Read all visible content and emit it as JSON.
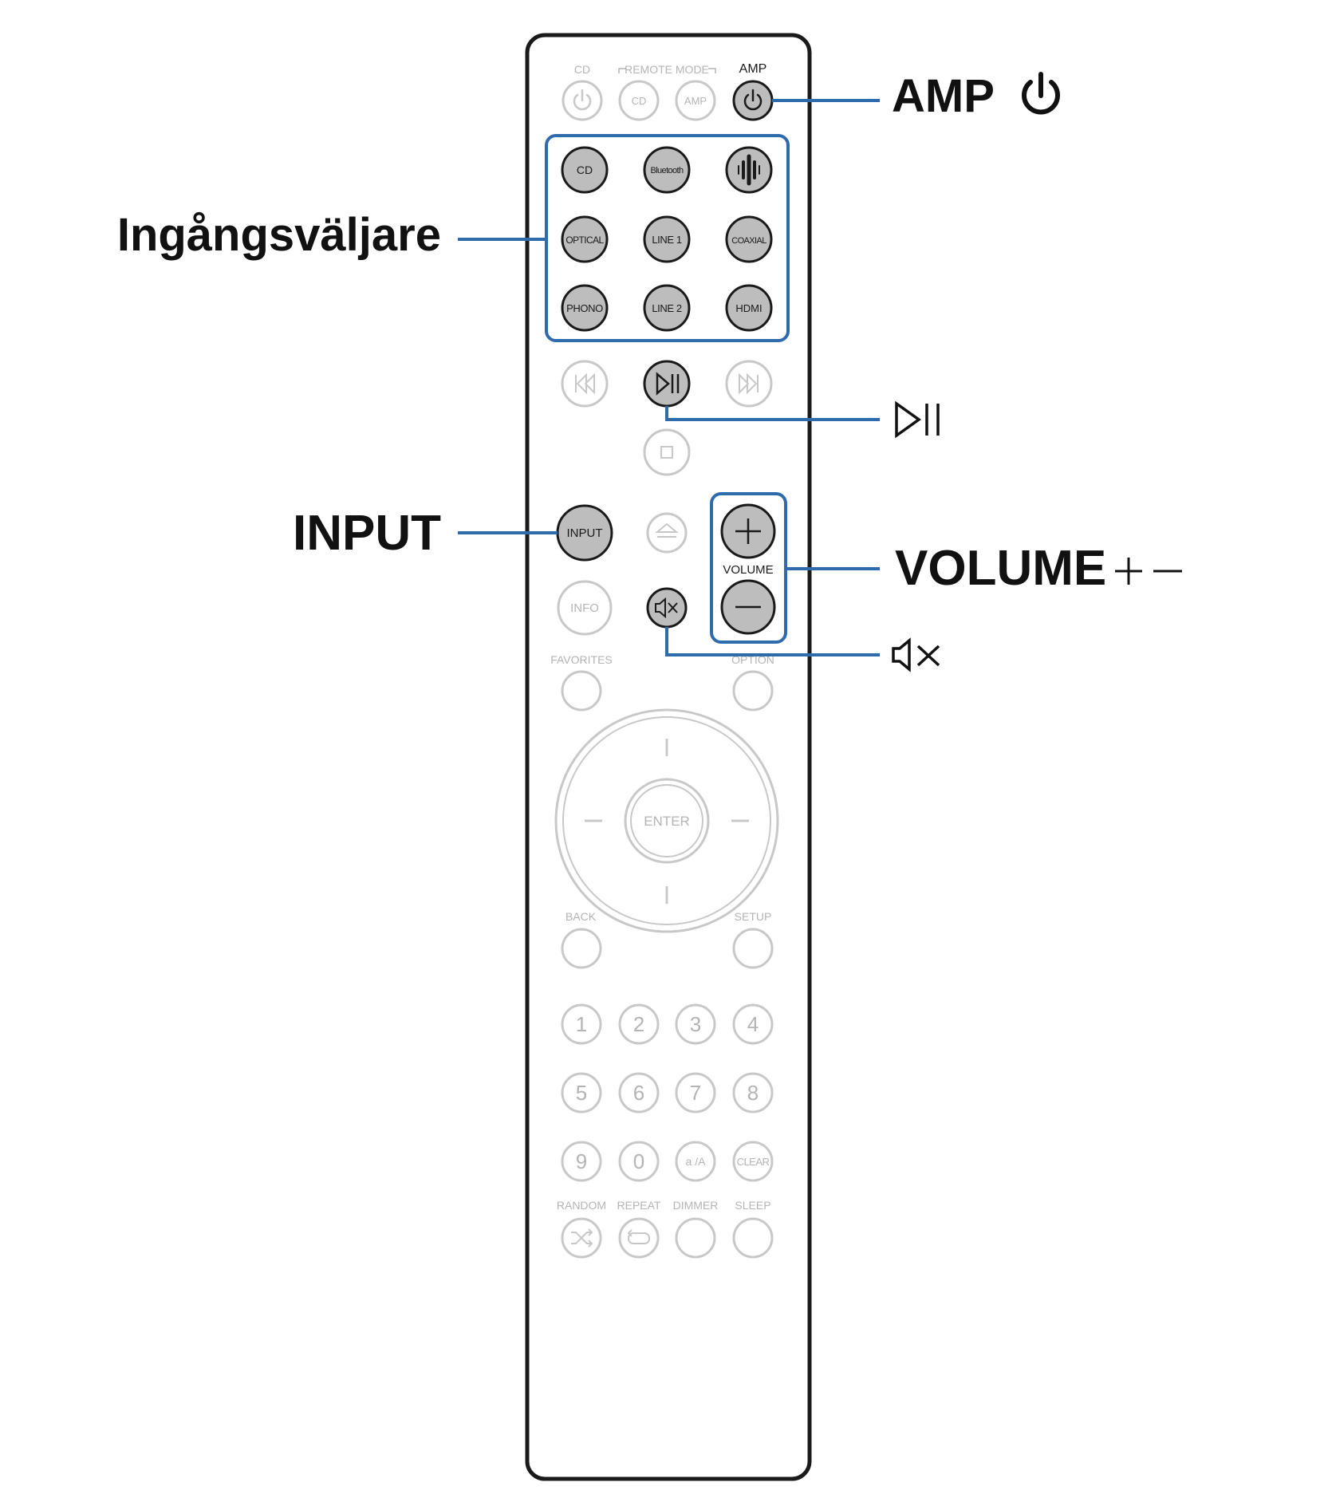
{
  "callouts": {
    "amp": "AMP",
    "input_selectors": "Ingångsväljare",
    "input": "INPUT",
    "volume": "VOLUME"
  },
  "remote": {
    "top_labels": {
      "cd": "CD",
      "remote_mode": "REMOTE MODE",
      "amp": "AMP"
    },
    "mode_buttons": {
      "cd": "CD",
      "amp": "AMP"
    },
    "sources": {
      "cd": "CD",
      "bluetooth": "Bluetooth",
      "optical": "OPTICAL",
      "line1": "LINE 1",
      "coaxial": "COAXIAL",
      "phono": "PHONO",
      "line2": "LINE 2",
      "hdmi": "HDMI"
    },
    "input": "INPUT",
    "info": "INFO",
    "volume": "VOLUME",
    "favorites": "FAVORITES",
    "option": "OPTION",
    "enter": "ENTER",
    "back": "BACK",
    "setup": "SETUP",
    "digits": [
      "1",
      "2",
      "3",
      "4",
      "5",
      "6",
      "7",
      "8",
      "9",
      "0"
    ],
    "alpha": "a /A",
    "clear": "CLEAR",
    "bottom_labels": {
      "random": "RANDOM",
      "repeat": "REPEAT",
      "dimmer": "DIMMER",
      "sleep": "SLEEP"
    }
  },
  "colors": {
    "outline": "#1a1a1a",
    "callout_blue": "#2f6aad",
    "active_fill": "#bdbdbd",
    "faded": "#c8c8c8",
    "faded_text": "#b4b4b4"
  }
}
